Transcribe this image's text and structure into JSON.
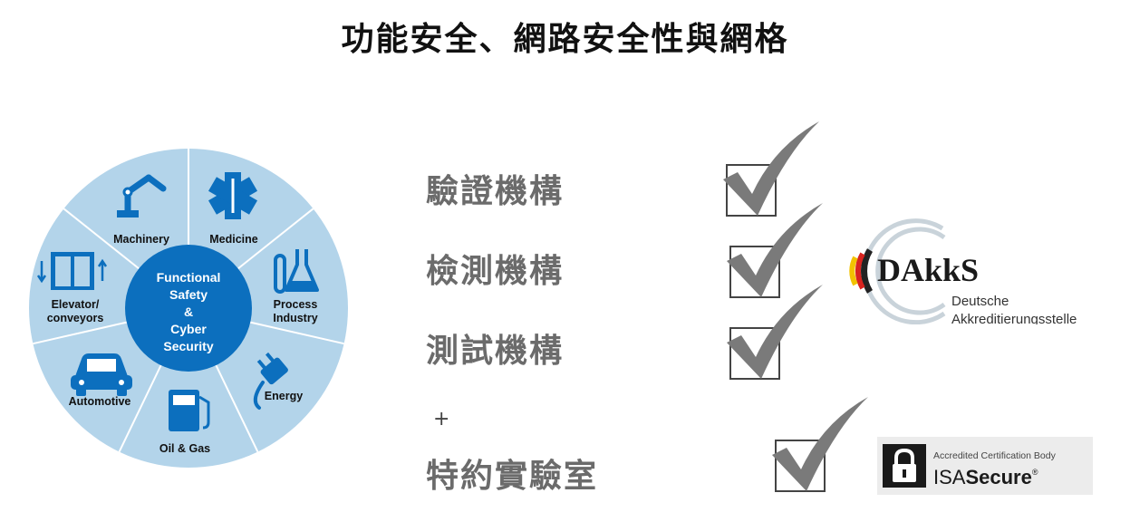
{
  "title": "功能安全、網路安全性與網格",
  "wheel": {
    "center_lines": [
      "Functional",
      "Safety",
      "&",
      "Cyber",
      "Security"
    ],
    "sectors": [
      {
        "label": "Machinery",
        "icon": "robot-arm-icon"
      },
      {
        "label": "Medicine",
        "icon": "medical-star-icon"
      },
      {
        "label_lines": [
          "Process",
          "Industry"
        ],
        "icon": "flask-icon"
      },
      {
        "label": "Energy",
        "icon": "plug-icon"
      },
      {
        "label": "Oil & Gas",
        "icon": "fuel-pump-icon"
      },
      {
        "label": "Automotive",
        "icon": "car-icon"
      },
      {
        "label_lines": [
          "Elevator/",
          "conveyors"
        ],
        "icon": "elevator-icon"
      }
    ],
    "colors": {
      "ring": "#b3d4ea",
      "center": "#0c6fbe",
      "icon": "#0c6fbe",
      "divider": "#ffffff"
    }
  },
  "rows": [
    {
      "label": "驗證機構",
      "checked": true
    },
    {
      "label": "檢測機構",
      "checked": true
    },
    {
      "label": "測試機構",
      "checked": true
    },
    {
      "label": "特約實驗室",
      "checked": true
    }
  ],
  "plus": "+",
  "dakks": {
    "name": "DAkkS",
    "line1": "Deutsche",
    "line2": "Akkreditierungsstelle"
  },
  "isa": {
    "top": "Accredited Certification Body",
    "brand_a": "ISA",
    "brand_b": "Secure",
    "reg": "®"
  }
}
